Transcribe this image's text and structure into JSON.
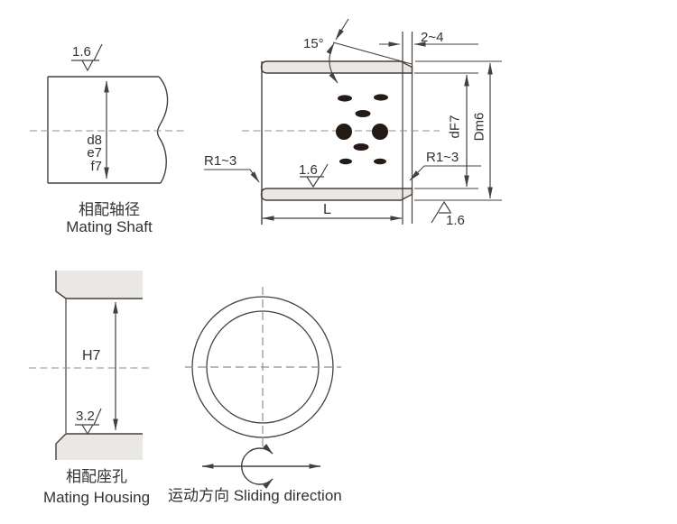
{
  "drawing": {
    "colors": {
      "line": "#46403d",
      "centerline": "#8f8f8f",
      "section_fill": "#e9e8e5",
      "plug_dot": "#241a16",
      "text": "#353130"
    },
    "shaft_view": {
      "roughness": "1.6",
      "tolerance_d": "d8",
      "tolerance_e": "e7",
      "tolerance_f": "f7",
      "caption_zh": "相配轴径",
      "caption_en": "Mating Shaft"
    },
    "bushing_section": {
      "chamfer_angle": "15°",
      "end_width": "2~4",
      "corner_radius_left": "R1~3",
      "corner_radius_right": "R1~3",
      "bore_roughness": "1.6",
      "od_roughness": "1.6",
      "length_label": "L",
      "bore_diameter_label": "dF7",
      "outer_diameter_label": "Dm6"
    },
    "housing_view": {
      "bore_tolerance": "H7",
      "roughness": "3.2",
      "caption_zh": "相配座孔",
      "caption_en": "Mating Housing"
    },
    "motion": {
      "caption": "运动方向 Sliding direction"
    }
  }
}
